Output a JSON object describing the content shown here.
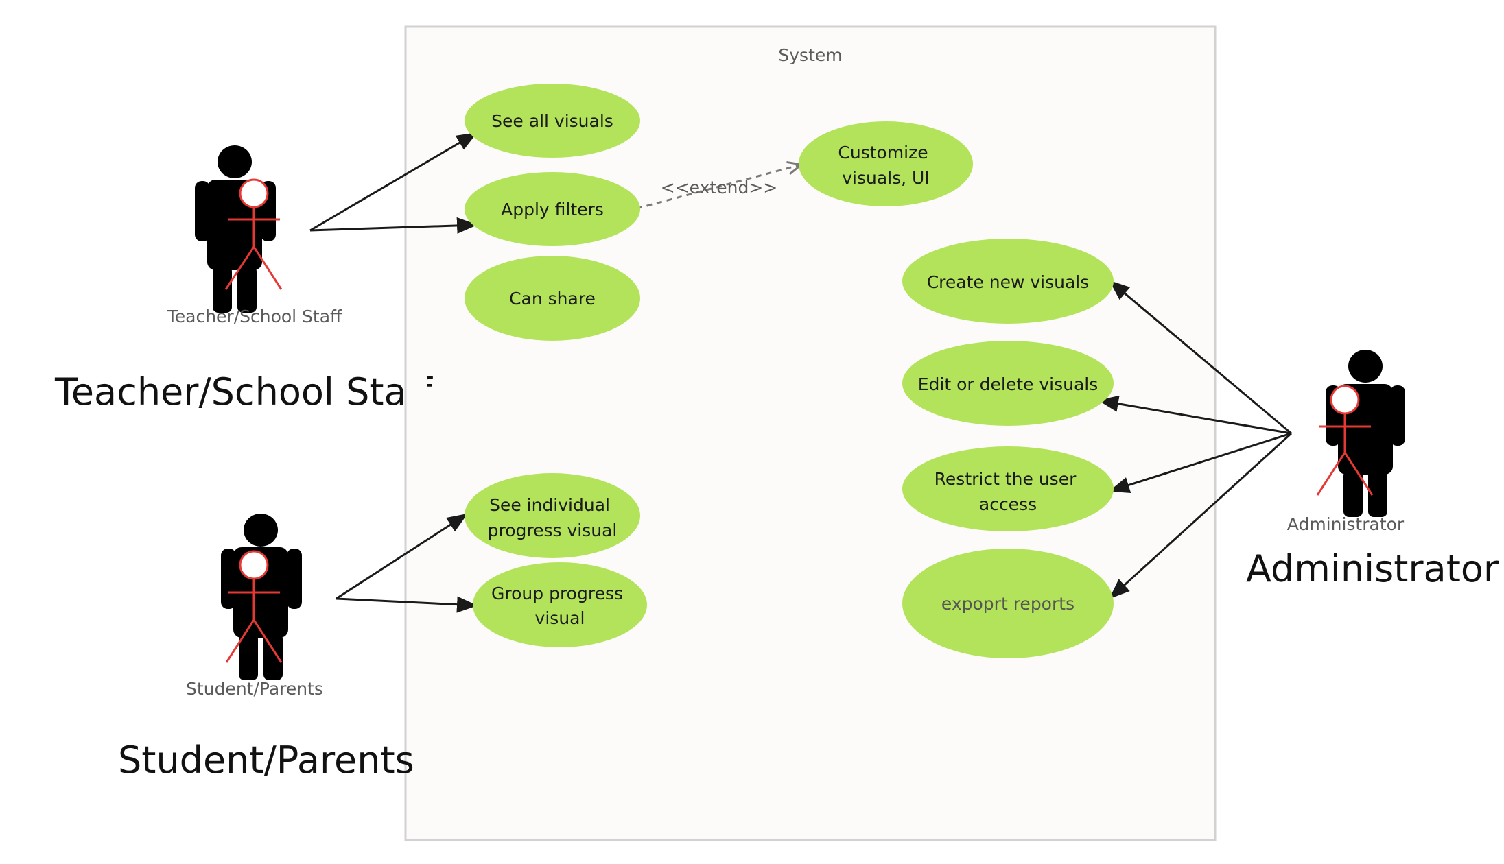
{
  "system": {
    "title": "System"
  },
  "colors": {
    "usecase_fill": "#b3e35a",
    "boundary_fill": "#fcfbf9",
    "boundary_stroke": "#d2d2d2",
    "actor_body": "#000000",
    "actor_overlay": "#e53935",
    "arrow": "#1a1a1a",
    "extend_arrow": "#7a7a7a"
  },
  "actors": {
    "teacher": {
      "small_label": "Teacher/School Staff",
      "large_label": "Teacher/School Staff"
    },
    "student": {
      "small_label": "Student/Parents",
      "large_label": "Student/Parents"
    },
    "admin": {
      "small_label": "Administrator",
      "large_label": "Administrator"
    }
  },
  "use_cases": {
    "see_all_visuals": [
      "See all visuals"
    ],
    "apply_filters": [
      "Apply filters"
    ],
    "can_share": [
      "Can share"
    ],
    "customize": [
      "Customize",
      "visuals, UI"
    ],
    "see_individual": [
      "See individual",
      "progress visual"
    ],
    "group_progress": [
      "Group progress",
      "visual"
    ],
    "create_new": [
      "Create new visuals"
    ],
    "edit_delete": [
      "Edit or delete visuals"
    ],
    "restrict": [
      "Restrict the user",
      "access"
    ],
    "export": [
      "expoprt reports"
    ]
  },
  "relations": {
    "extend_label": "<<extend>>"
  }
}
